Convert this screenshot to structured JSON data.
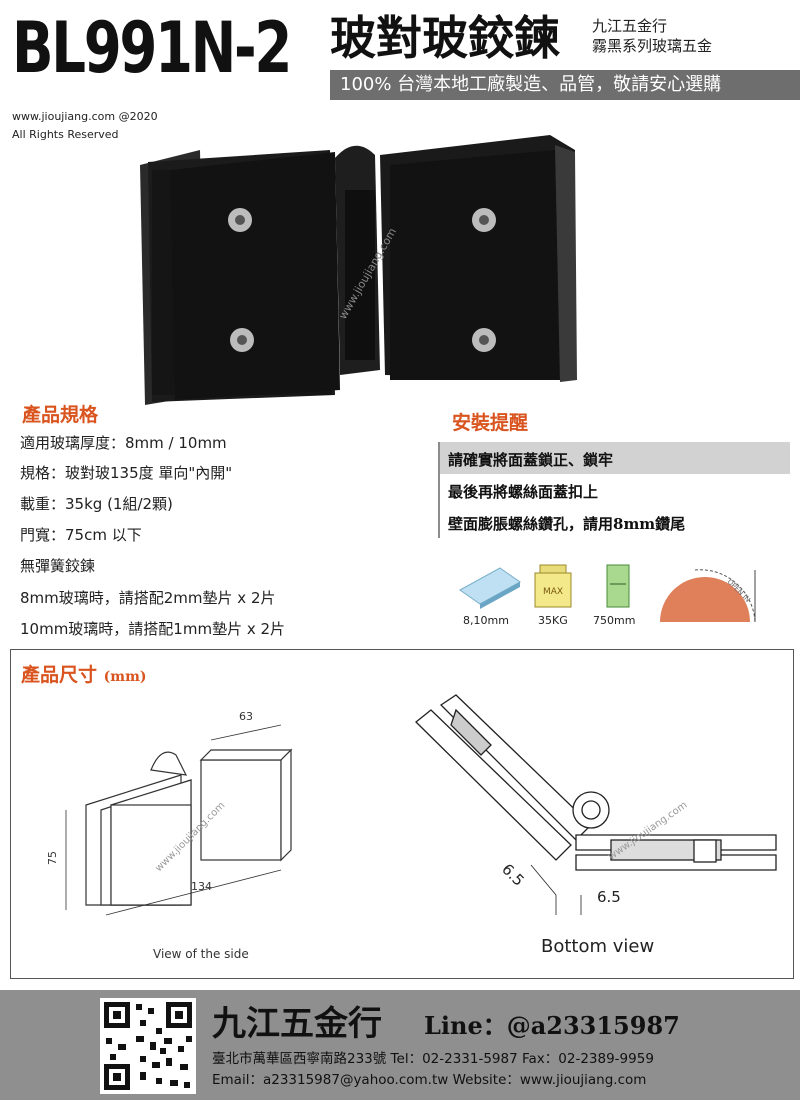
{
  "header": {
    "model": "BL991N-2",
    "title": "玻對玻鉸鍊",
    "brand_line1": "九江五金行",
    "brand_line2": "霧黑系列玻璃五金",
    "slogan": "100% 台灣本地工廠製造、品管，敬請安心選購"
  },
  "copyright": {
    "line1": "www.jioujiang.com @2020",
    "line2": "All Rights Reserved"
  },
  "photo": {
    "watermark": "www.jioujiang.com"
  },
  "specs": {
    "title": "產品規格",
    "lines": [
      "適用玻璃厚度：8mm / 10mm",
      "規格：玻對玻135度 單向\"內開\"",
      "載重：35kg  (1組/2顆)",
      "門寬：75cm 以下",
      "無彈簧鉸鍊",
      "8mm玻璃時，請搭配2mm墊片 x 2片",
      "10mm玻璃時，請搭配1mm墊片 x 2片"
    ]
  },
  "install": {
    "title": "安裝提醒",
    "lines": [
      "請確實將面蓋鎖正、鎖牢",
      "最後再將螺絲面蓋扣上",
      "壁面膨脹螺絲鑽孔，請用8mm鑽尾"
    ]
  },
  "icons": {
    "glass_label": "8,10mm",
    "weight_label": "35KG",
    "weight_text": "MAX",
    "width_label": "750mm",
    "angle_text": "OPEN IN"
  },
  "dimensions": {
    "title": "產品尺寸",
    "unit": "(mm)",
    "dim_63": "63",
    "dim_75": "75",
    "dim_134": "134",
    "side_caption": "View of the side",
    "dim_6_5_a": "6.5",
    "dim_6_5_b": "6.5",
    "bottom_caption": "Bottom view",
    "watermark": "www.jioujiang.com"
  },
  "footer": {
    "company": "九江五金行",
    "line_id": "Line：@a23315987",
    "address": "臺北市萬華區西寧南路233號   Tel：02-2331-5987   Fax：02-2389-9959",
    "email": "Email：a23315987@yahoo.com.tw    Website：www.jioujiang.com"
  },
  "colors": {
    "accent": "#d9541e",
    "slogan_bg": "#6e6e6e",
    "footer_bg": "#8f8f8f",
    "install_bar": "#d2d2d2"
  }
}
